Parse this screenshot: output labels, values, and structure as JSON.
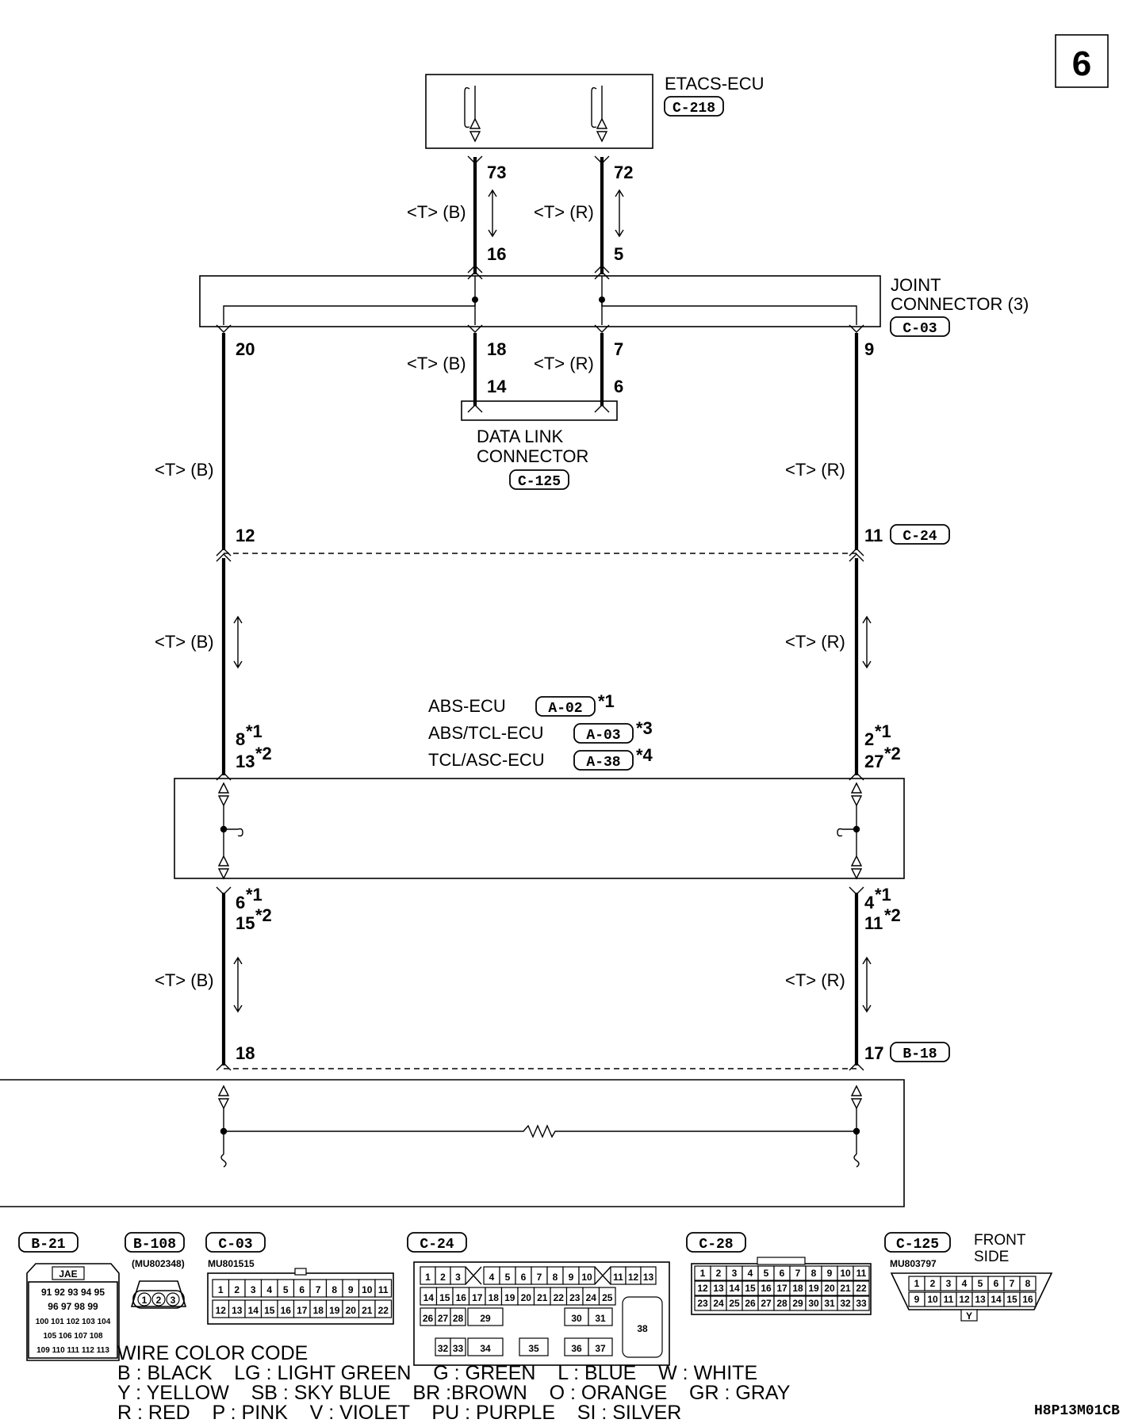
{
  "page_number": "6",
  "components": {
    "etacs": {
      "name": "ETACS-ECU",
      "code": "C-218"
    },
    "joint": {
      "name_line1": "JOINT",
      "name_line2": "CONNECTOR (3)",
      "code": "C-03"
    },
    "dlc": {
      "name_line1": "DATA LINK",
      "name_line2": "CONNECTOR",
      "code": "C-125"
    },
    "c24": {
      "code": "C-24"
    },
    "b18": {
      "code": "B-18"
    },
    "abs": {
      "line1": {
        "name": "ABS-ECU",
        "code": "A-02",
        "note": "*1"
      },
      "line2": {
        "name": "ABS/TCL-ECU",
        "code": "A-03",
        "note": "*3"
      },
      "line3": {
        "name": "TCL/ASC-ECU",
        "code": "A-38",
        "note": "*4"
      }
    }
  },
  "wire_labels": {
    "black": "<T> (B)",
    "red": "<T> (R)"
  },
  "pins": {
    "p73": "73",
    "p72": "72",
    "p16": "16",
    "p5": "5",
    "p20": "20",
    "p18a": "18",
    "p7": "7",
    "p9": "9",
    "p14": "14",
    "p6a": "6",
    "p12": "12",
    "p11a": "11",
    "p8": "8",
    "p13": "13",
    "p2": "2",
    "p27": "27",
    "p6b": "6",
    "p15": "15",
    "p4": "4",
    "p11b": "11",
    "p18b": "18",
    "p17": "17",
    "star1": "*1",
    "star2": "*2"
  },
  "connector_views": {
    "b21": {
      "code": "B-21",
      "maker": "JAE",
      "rows": [
        "91 92 93 94 95",
        "96 97 98 99",
        "100 101 102 103 104",
        "105 106 107 108",
        "109 110 111 112 113"
      ]
    },
    "b108": {
      "code": "B-108",
      "part": "(MU802348)",
      "pins": [
        "1",
        "2",
        "3"
      ]
    },
    "c03": {
      "code": "C-03",
      "part": "MU801515",
      "row1": [
        "1",
        "2",
        "3",
        "4",
        "5",
        "6",
        "7",
        "8",
        "9",
        "10",
        "11"
      ],
      "row2": [
        "12",
        "13",
        "14",
        "15",
        "16",
        "17",
        "18",
        "19",
        "20",
        "21",
        "22"
      ]
    },
    "c24": {
      "code": "C-24",
      "row1": [
        "1",
        "2",
        "3",
        "4",
        "5",
        "6",
        "7",
        "8",
        "9",
        "10",
        "11",
        "12",
        "13"
      ],
      "row2": [
        "14",
        "15",
        "16",
        "17",
        "18",
        "19",
        "20",
        "21",
        "22",
        "23",
        "24",
        "25"
      ],
      "row3": [
        "26",
        "27",
        "28",
        "29",
        "30",
        "31"
      ],
      "row4": [
        "32",
        "33",
        "34",
        "35",
        "36",
        "37"
      ],
      "big": "38"
    },
    "c28": {
      "code": "C-28",
      "row1": [
        "1",
        "2",
        "3",
        "4",
        "5",
        "6",
        "7",
        "8",
        "9",
        "10",
        "11"
      ],
      "row2": [
        "12",
        "13",
        "14",
        "15",
        "16",
        "17",
        "18",
        "19",
        "20",
        "21",
        "22"
      ],
      "row3": [
        "23",
        "24",
        "25",
        "26",
        "27",
        "28",
        "29",
        "30",
        "31",
        "32",
        "33"
      ]
    },
    "c125": {
      "code": "C-125",
      "part": "MU803797",
      "side_line1": "FRONT",
      "side_line2": "SIDE",
      "row1": [
        "1",
        "2",
        "3",
        "4",
        "5",
        "6",
        "7",
        "8"
      ],
      "row2": [
        "9",
        "10",
        "11",
        "12",
        "13",
        "14",
        "15",
        "16"
      ],
      "key": "Y"
    }
  },
  "wire_color_code": {
    "title": "WIRE COLOR CODE",
    "line1": "B : BLACK    LG : LIGHT GREEN    G : GREEN    L : BLUE    W : WHITE",
    "line2": "Y : YELLOW    SB : SKY BLUE    BR :BROWN    O : ORANGE    GR : GRAY",
    "line3": "R : RED    P : PINK    V : VIOLET    PU : PURPLE    SI : SILVER"
  },
  "figure_code": "H8P13M01CB"
}
